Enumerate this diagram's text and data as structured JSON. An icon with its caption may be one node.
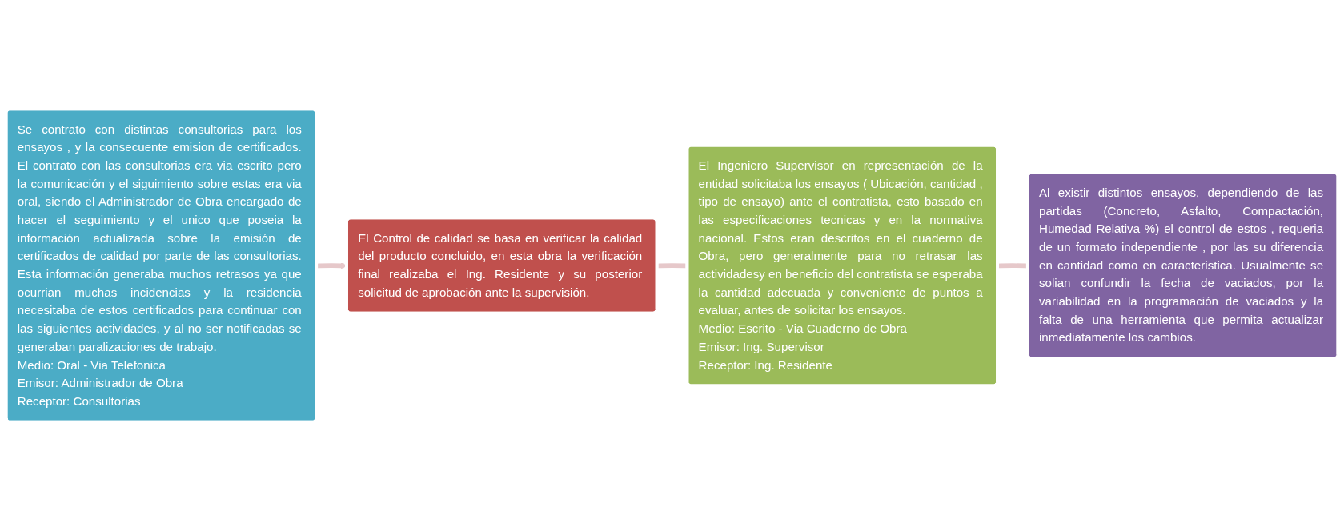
{
  "diagram": {
    "nodes": [
      {
        "text": [
          "El Control de calidad se basa en verificar la calidad del producto concluido, en esta obra la verificación final realizaba el Ing. Residente y su posterior solicitud de aprobación ante la supervisión."
        ]
      },
      {
        "text": [
          "Se contrato con distintas consultorias para los ensayos , y la consecuente emision de certificados. El contrato con las consultorias era via escrito pero la comunicación y el siguimiento sobre estas era via oral, siendo el Administrador de Obra encargado de hacer el seguimiento y el unico que poseia la información actualizada sobre la emisión de certificados de calidad por parte de las consultorias. Esta información generaba muchos retrasos ya que ocurrian muchas incidencias y la residencia necesitaba de estos certificados para continuar con las siguientes actividades, y al no ser notificadas se generaban paralizaciones de trabajo.",
          "Medio: Oral - Via Telefonica",
          "Emisor: Administrador de Obra",
          "Receptor: Consultorias"
        ]
      },
      {
        "text": [
          "El Ingeniero Supervisor en representación de la entidad solicitaba los ensayos ( Ubicación, cantidad , tipo de ensayo) ante el contratista, esto basado en las especificaciones tecnicas y en la normativa nacional. Estos eran descritos en el cuaderno de Obra, pero generalmente para no retrasar las actividadesy en beneficio del contratista se esperaba la cantidad adecuada y conveniente de puntos a evaluar, antes de solicitar los ensayos.",
          "Medio: Escrito - Via Cuaderno de Obra",
          "Emisor: Ing. Supervisor",
          "Receptor: Ing. Residente"
        ]
      },
      {
        "text": [
          "Al existir distintos ensayos, dependiendo de las partidas (Concreto, Asfalto, Compactación, Humedad Relativa %) el control de estos , requeria de un formato independiente , por las su diferencia en cantidad como en caracteristica. Usualmente se solian confundir la fecha de vaciados, por la variabilidad en la programación de vaciados y la falta de una herramienta que permita actualizar inmediatamente los cambios."
        ]
      }
    ],
    "edges": [
      {
        "from": 1,
        "to": 0,
        "arrow": "to",
        "color": "#e6c8ca"
      },
      {
        "from": 0,
        "to": 2,
        "arrow": "none",
        "color": "#e6c8ca"
      },
      {
        "from": 2,
        "to": 3,
        "arrow": "none",
        "color": "#e6c8ca"
      }
    ]
  }
}
